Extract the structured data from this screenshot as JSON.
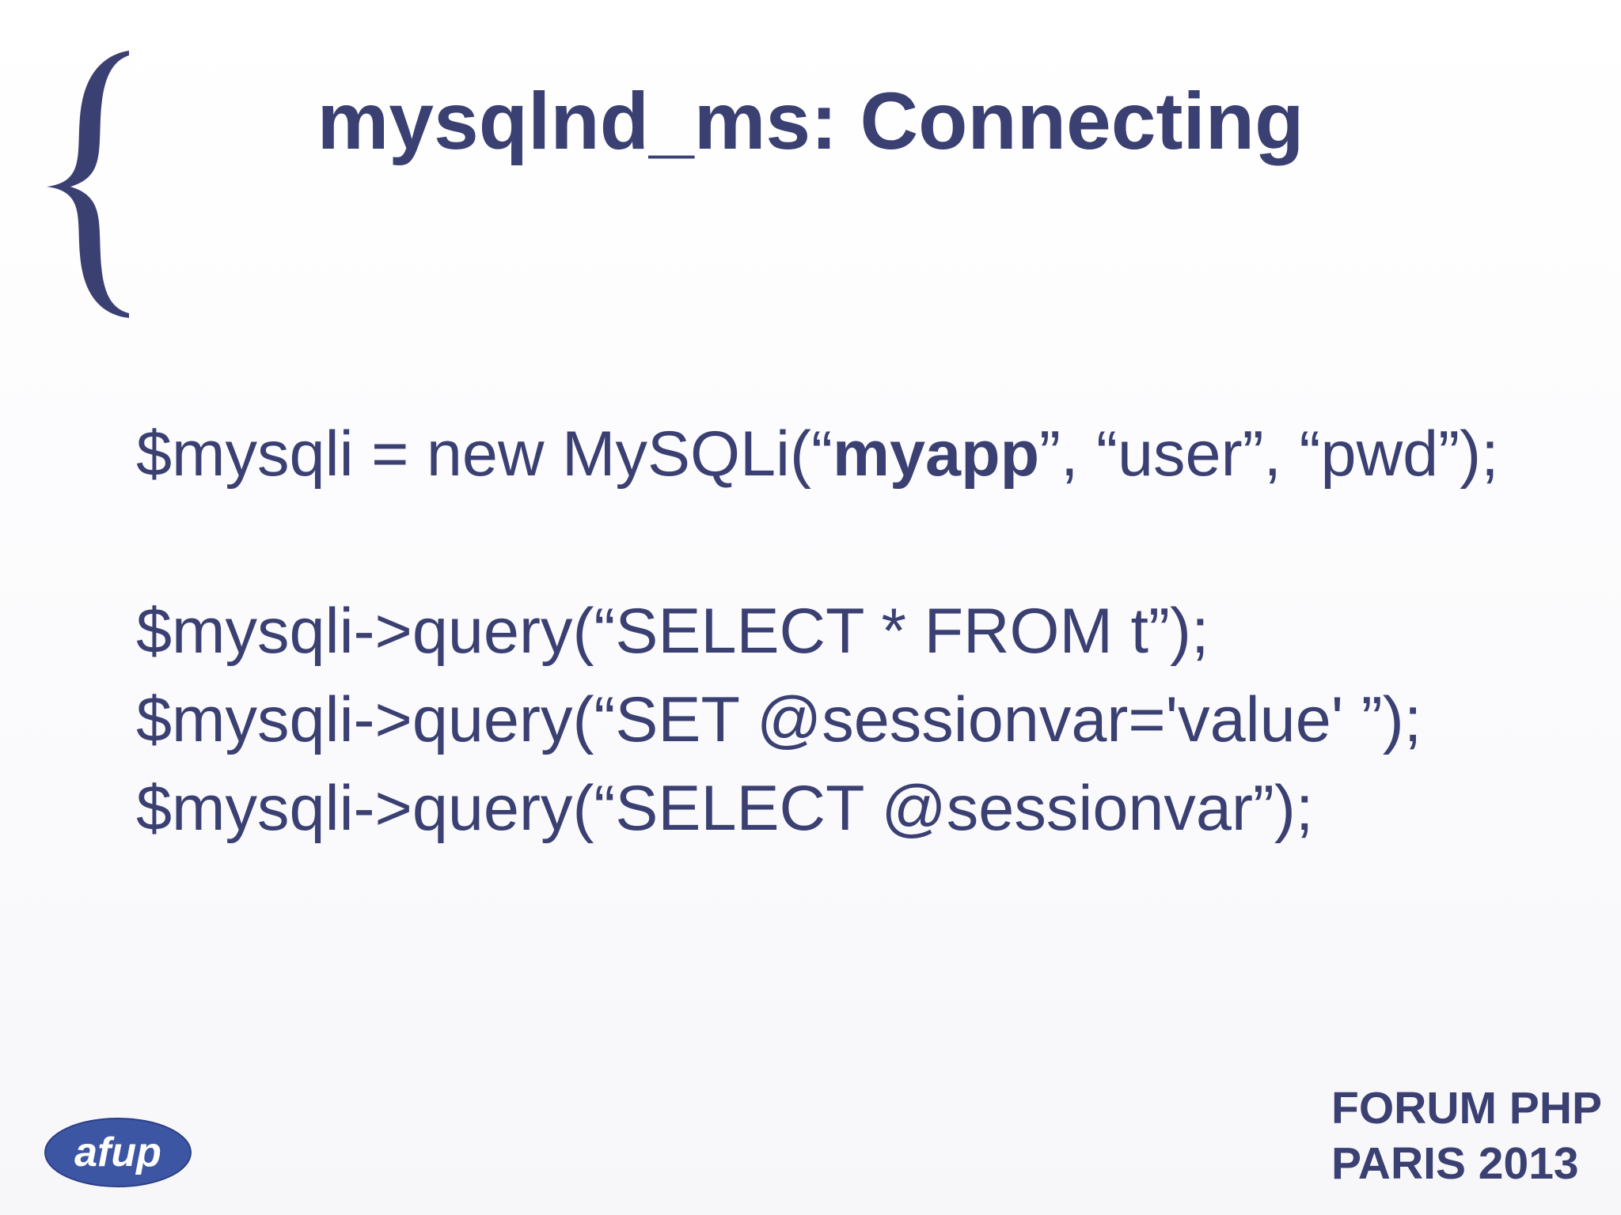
{
  "slide": {
    "title": "mysqlnd_ms: Connecting",
    "code": {
      "line1_prefix": "$mysqli = new MySQLi(“",
      "line1_bold": "myapp",
      "line1_suffix": "”, “user”, “pwd”);",
      "line2": "$mysqli->query(“SELECT * FROM t”);",
      "line3": "$mysqli->query(“SET @sessionvar='value' ”);",
      "line4": "$mysqli->query(“SELECT @sessionvar”);"
    },
    "footer": {
      "logo_text": "afup",
      "event_line1": "FORUM PHP",
      "event_line2": "PARIS 2013"
    }
  },
  "colors": {
    "text": "#3b4072",
    "logo_fill": "#3d56a4",
    "background": "#ffffff"
  },
  "icons": {
    "decoration": "curly-brace-icon",
    "logo": "afup-logo"
  }
}
